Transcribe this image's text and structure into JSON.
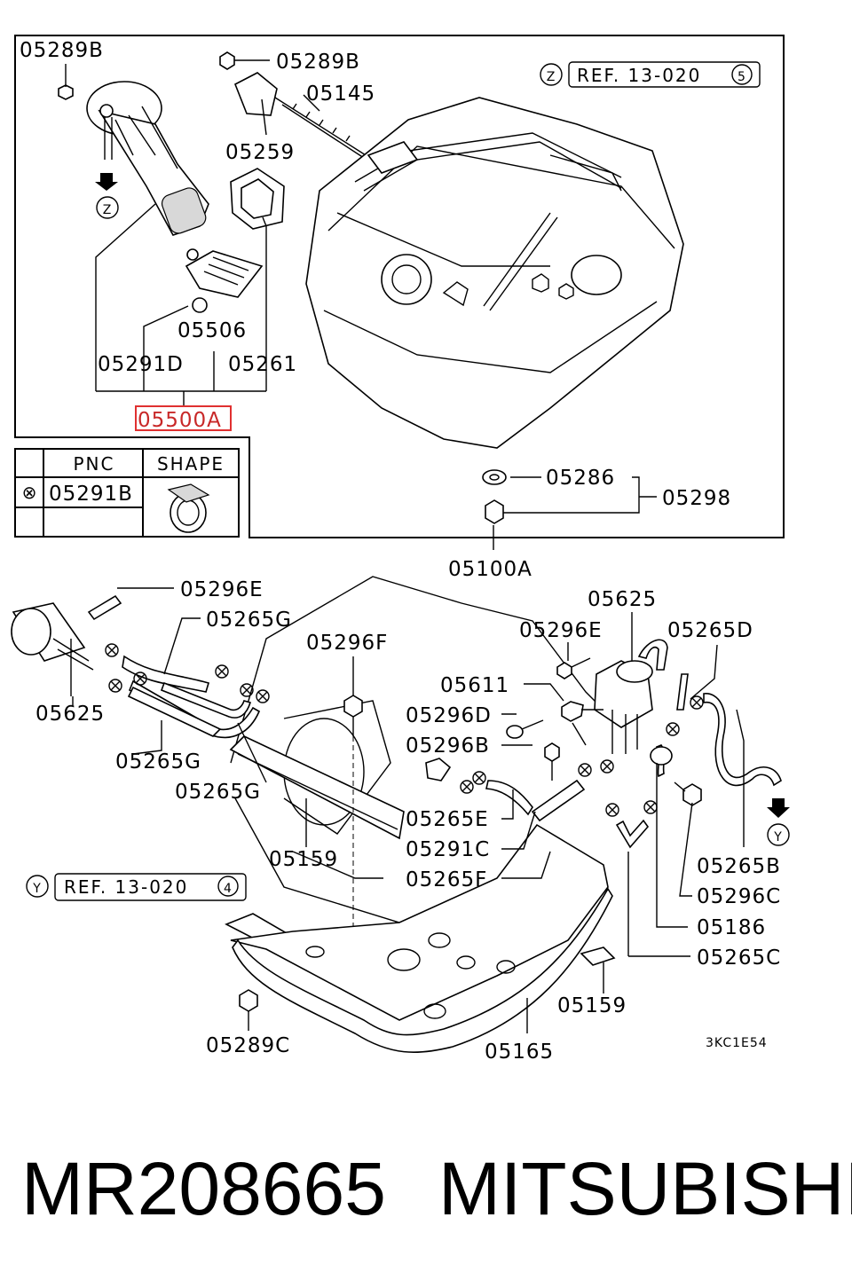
{
  "diagram": {
    "code": "3KC1E54",
    "highlighted_part": "05500A",
    "labels": {
      "p05289B_a": "05289B",
      "p05289B_b": "05289B",
      "p05145": "05145",
      "p05259": "05259",
      "p05506": "05506",
      "p05291D": "05291D",
      "p05261": "05261",
      "p05500A": "05500A",
      "p05286": "05286",
      "p05298": "05298",
      "p05100A": "05100A",
      "p05296E_a": "05296E",
      "p05265G_a": "05265G",
      "p05625_a": "05625",
      "p05265G_b": "05265G",
      "p05265G_c": "05265G",
      "p05296F": "05296F",
      "p05625_b": "05625",
      "p05296E_b": "05296E",
      "p05265D": "05265D",
      "p05611": "05611",
      "p05296D": "05296D",
      "p05296B": "05296B",
      "p05265E": "05265E",
      "p05291C": "05291C",
      "p05159_a": "05159",
      "p05265F": "05265F",
      "p05265B": "05265B",
      "p05296C": "05296C",
      "p05186": "05186",
      "p05265C": "05265C",
      "p05159_b": "05159",
      "p05289C": "05289C",
      "p05165": "05165"
    },
    "refs": {
      "z_ref_symbol": "Z",
      "z_ref_text": "REF. 13-020",
      "z_ref_num": "5",
      "z_arrow": "Z",
      "y_ref_symbol": "Y",
      "y_ref_text": "REF. 13-020",
      "y_ref_num": "4",
      "y_arrow": "Y"
    },
    "legend": {
      "headers": [
        "PNC",
        "SHAPE"
      ],
      "symbol": "⊗",
      "pnc": "05291B"
    }
  },
  "footer": {
    "part_number": "MR208665",
    "brand": "MITSUBISHI"
  }
}
